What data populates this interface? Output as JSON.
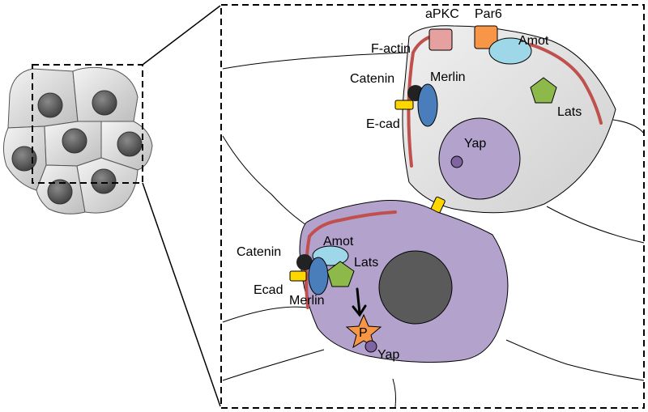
{
  "labels": {
    "apkc": "aPKC",
    "par6": "Par6",
    "amot_top": "Amot",
    "factin": "F-actin",
    "catenin_top": "Catenin",
    "merlin_top": "Merlin",
    "lats_top": "Lats",
    "ecad_top": "E-cad",
    "yap_top": "Yap",
    "catenin_bottom": "Catenin",
    "amot_bottom": "Amot",
    "lats_bottom": "Lats",
    "ecad_bottom": "Ecad",
    "merlin_bottom": "Merlin",
    "phospho": "P",
    "yap_bottom": "Yap"
  },
  "colors": {
    "top_cell_fill": "#d9d9d9",
    "bottom_cell_fill": "#b3a2cc",
    "nucleus_top": "#b3a2cc",
    "nucleus_bottom": "#5a5a5a",
    "factin": "#c0504d",
    "ecad": "#ffd700",
    "catenin": "#222222",
    "merlin": "#4a7ebb",
    "amot": "#9ed8e8",
    "lats": "#8db84a",
    "apkc": "#e6a0a0",
    "par6": "#f79646",
    "yap": "#8064a2",
    "phospho_star": "#f79646"
  },
  "icons": {
    "arrow": "arrow-down-icon",
    "star": "phospho-star-icon"
  }
}
